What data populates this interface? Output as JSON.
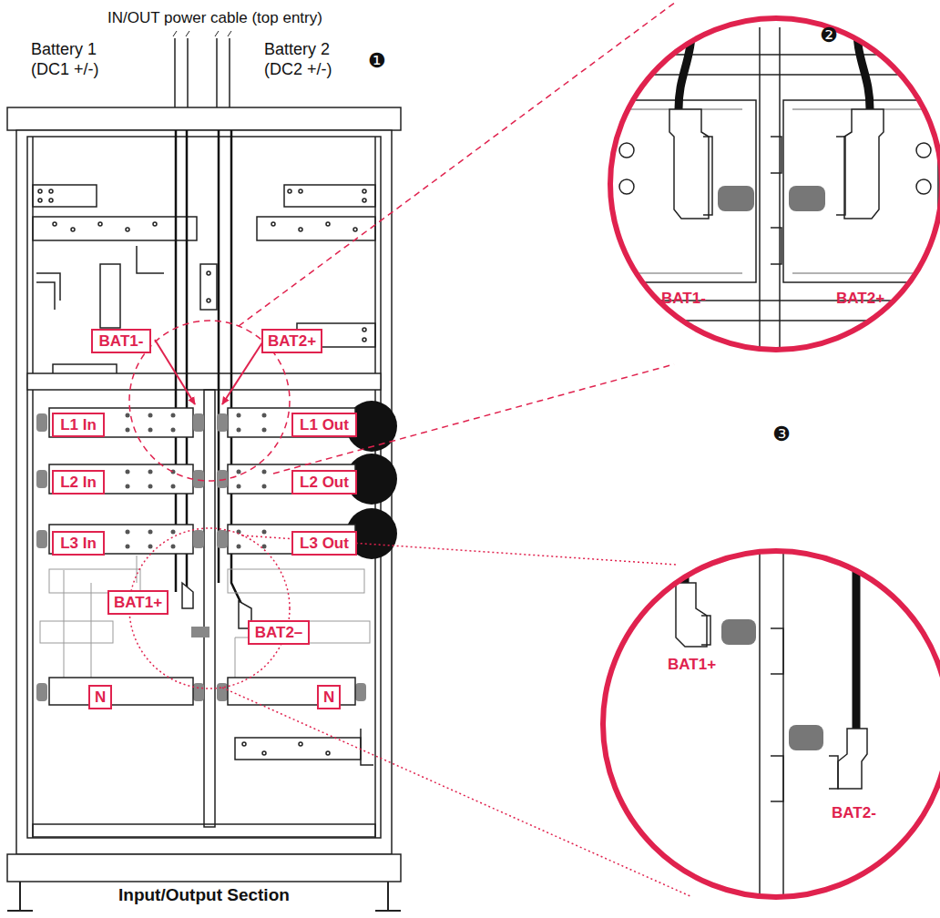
{
  "diagram": {
    "caption": "Input/Output Section",
    "nodes": [
      {
        "text": [
          "BAT1-"
        ]
      },
      {
        "text": [
          "BAT2+"
        ]
      },
      {
        "text": [
          "L1 In"
        ]
      },
      {
        "text": [
          "L1 Out"
        ]
      },
      {
        "text": [
          "L2 In"
        ]
      },
      {
        "text": [
          "L2 Out"
        ]
      },
      {
        "text": [
          "L3 In"
        ]
      },
      {
        "text": [
          "L3 Out"
        ]
      },
      {
        "text": [
          "BAT1+"
        ]
      },
      {
        "text": [
          "BAT2–"
        ]
      },
      {
        "text": [
          "N"
        ]
      },
      {
        "text": [
          "N"
        ]
      }
    ],
    "labels": [
      "IN/OUT power cable (top entry)",
      "Battery 1 (DC1 +/-)",
      "Battery 2 (DC2 +/-)",
      "❶",
      "❷",
      "BAT1-",
      "BAT2+",
      "❸",
      "BAT1+",
      "BAT2-"
    ]
  }
}
